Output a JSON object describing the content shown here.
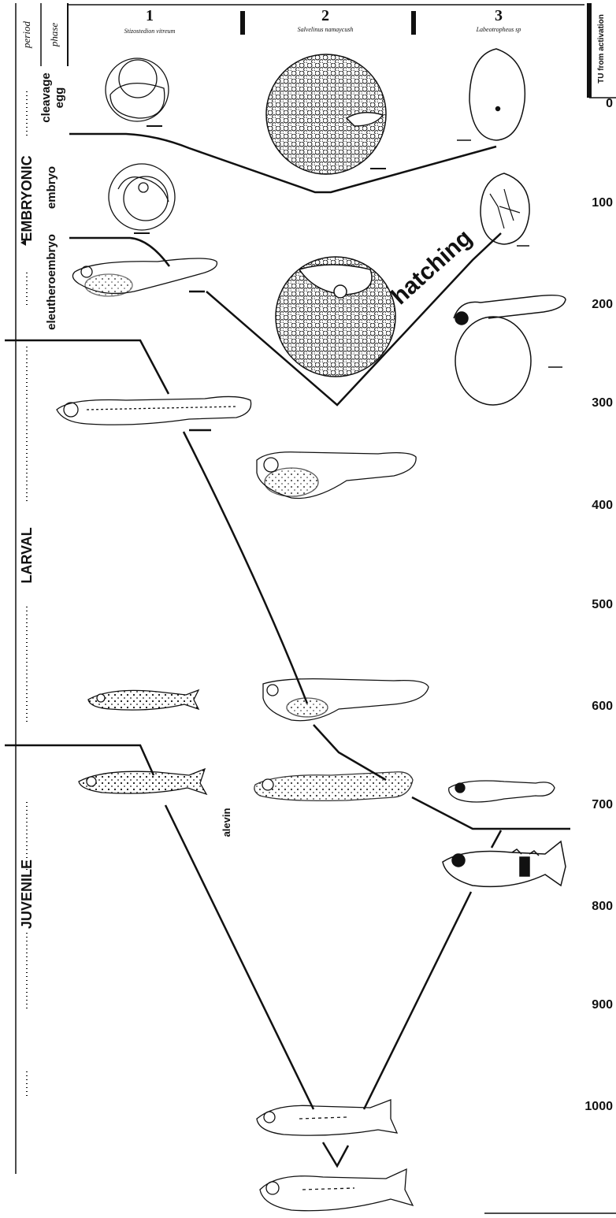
{
  "header": {
    "period_label": "period",
    "phase_label": "phase",
    "species": [
      {
        "number": "1",
        "name": "Stizostedion vitreum"
      },
      {
        "number": "2",
        "name": "Salvelinus namaycush"
      },
      {
        "number": "3",
        "name": "Labeotropheus sp"
      }
    ]
  },
  "periods": {
    "embryonic": "EMBRYONIC",
    "larval": "LARVAL",
    "juvenile": "JUVENILE"
  },
  "phases": {
    "cleavage_egg_line1": "cleavage",
    "cleavage_egg_line2": "egg",
    "embryo": "embryo",
    "eleutheroembryo": "eleutheroembryo"
  },
  "annotations": {
    "hatching": "hatching",
    "alevin": "alevin"
  },
  "time_axis": {
    "label": "TU from activation",
    "ticks": [
      "0",
      "100",
      "200",
      "300",
      "400",
      "500",
      "600",
      "700",
      "800",
      "900",
      "1000"
    ]
  },
  "colors": {
    "ink": "#111111",
    "paper": "#ffffff"
  }
}
